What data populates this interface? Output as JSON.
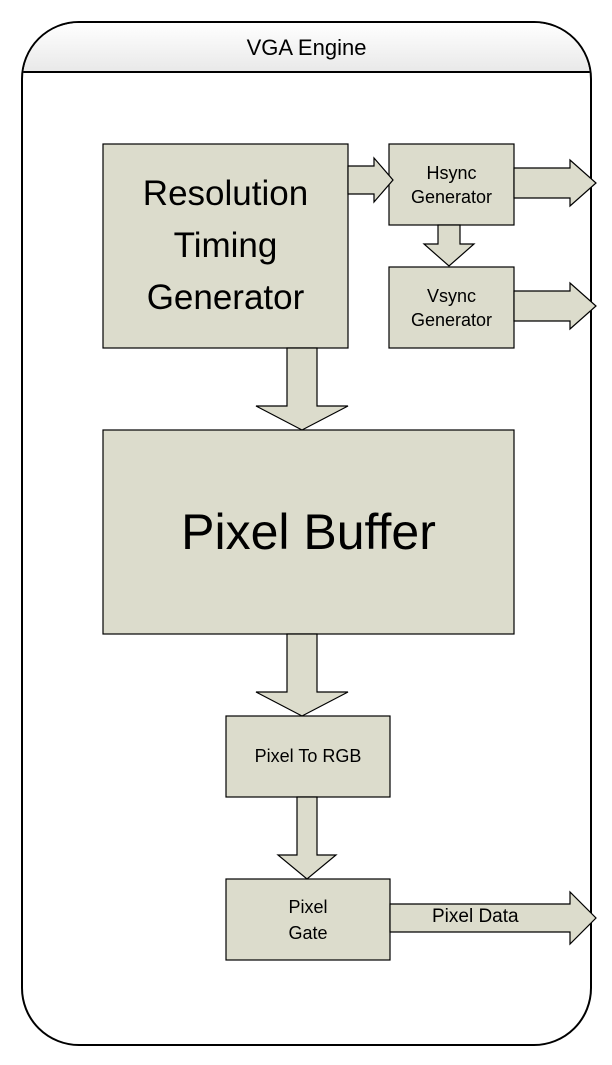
{
  "diagram": {
    "title": "VGA Engine",
    "blocks": {
      "timing": "Resolution\nTiming\nGenerator",
      "hsync": "Hsync\nGenerator",
      "vsync": "Vsync\nGenerator",
      "buffer": "Pixel Buffer",
      "pixel_to_rgb": "Pixel To RGB",
      "pixel_gate": "Pixel\nGate"
    },
    "labels": {
      "pixel_data": "Pixel Data"
    },
    "colors": {
      "block_fill": "#dcdccc",
      "outline": "#000000",
      "arrow_fill": "#dcdccc"
    }
  }
}
